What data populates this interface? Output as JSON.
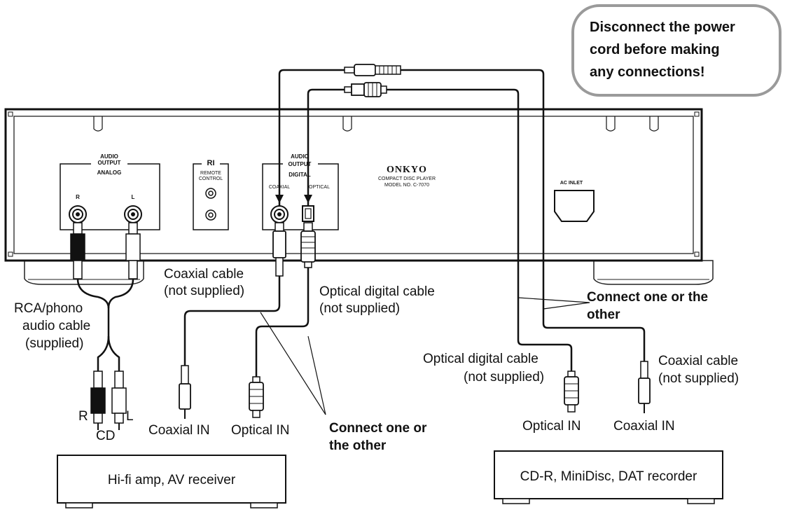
{
  "notice": {
    "line1": "Disconnect the power",
    "line2": "cord before making",
    "line3": "any connections!"
  },
  "panel": {
    "analog": {
      "title1": "AUDIO",
      "title2": "OUTPUT",
      "title3": "ANALOG",
      "r": "R",
      "l": "L"
    },
    "ri": {
      "title": "RI",
      "sub1": "REMOTE",
      "sub2": "CONTROL"
    },
    "digital": {
      "title1": "AUDIO",
      "title2": "OUTPUT",
      "title3": "DIGITAL",
      "coaxial": "COAXIAL",
      "optical": "OPTICAL"
    },
    "brand": "ONKYO",
    "brand_sub": "COMPACT DISC PLAYER",
    "model": "MODEL NO. C-7070",
    "ac_inlet": "AC INLET"
  },
  "labels": {
    "coaxial_cable_left_1": "Coaxial cable",
    "coaxial_cable_left_2": "(not supplied)",
    "optical_cable_left_1": "Optical digital cable",
    "optical_cable_left_2": "(not supplied)",
    "rca_1": "RCA/phono",
    "rca_2": "audio cable",
    "rca_3": "(supplied)",
    "r_plug": "R",
    "l_plug": "L",
    "cd": "CD",
    "coaxial_in_left": "Coaxial IN",
    "optical_in_left": "Optical IN",
    "connect_one_left_1": "Connect one or",
    "connect_one_left_2": "the other",
    "connect_one_right_1": "Connect one or the",
    "connect_one_right_2": "other",
    "optical_cable_right_1": "Optical digital cable",
    "optical_cable_right_2": "(not supplied)",
    "coaxial_cable_right_1": "Coaxial cable",
    "coaxial_cable_right_2": "(not supplied)",
    "optical_in_right": "Optical IN",
    "coaxial_in_right": "Coaxial IN"
  },
  "devices": {
    "amp": "Hi-fi amp, AV receiver",
    "recorder": "CD-R, MiniDisc, DAT recorder"
  }
}
